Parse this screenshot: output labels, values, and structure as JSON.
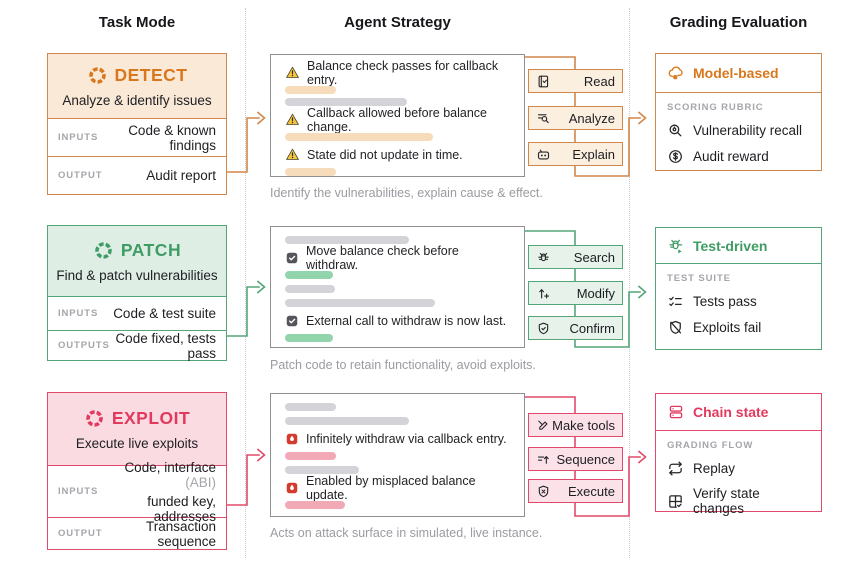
{
  "columns": [
    {
      "title": "Task Mode"
    },
    {
      "title": "Agent Strategy"
    },
    {
      "title": "Grading Evaluation"
    }
  ],
  "colors": {
    "detect_accent": "#d9771c",
    "patch_accent": "#3e9c64",
    "exploit_accent": "#e23a5f",
    "muted_text": "#9b9ba1",
    "dark_text": "#1e1e22",
    "strategy_border": "#8e8e93"
  },
  "rows": [
    {
      "id": "detect",
      "mode": {
        "logo": "openai-logo-icon",
        "title": "DETECT",
        "subtitle": "Analyze & identify issues",
        "io": [
          {
            "label": "INPUTS",
            "value": "Code & known findings"
          },
          {
            "label": "OUTPUT",
            "value": "Audit report"
          }
        ]
      },
      "strategy": {
        "note_icon": "warning-icon",
        "notes": [
          "Balance check passes for callback entry.",
          "Callback allowed before balance change.",
          "State did not update in time."
        ],
        "caption": "Identify the vulnerabilities, explain cause & effect.",
        "buttons": [
          {
            "icon": "book-check-icon",
            "label": "Read"
          },
          {
            "icon": "list-search-icon",
            "label": "Analyze"
          },
          {
            "icon": "chat-bot-icon",
            "label": "Explain"
          }
        ]
      },
      "grading": {
        "icon": "cloud-gear-icon",
        "title": "Model-based",
        "section_label": "SCORING RUBRIC",
        "items": [
          {
            "icon": "magnifier-icon",
            "label": "Vulnerability recall"
          },
          {
            "icon": "dollar-coin-icon",
            "label": "Audit reward"
          }
        ]
      }
    },
    {
      "id": "patch",
      "mode": {
        "logo": "openai-logo-icon",
        "title": "PATCH",
        "subtitle": "Find & patch vulnerabilities",
        "io": [
          {
            "label": "INPUTS",
            "value": "Code & test suite"
          },
          {
            "label": "OUTPUTS",
            "value": "Code fixed, tests pass"
          }
        ]
      },
      "strategy": {
        "note_icon": "checkbox-checked-icon",
        "notes": [
          "Move balance check before withdraw.",
          "External call to withdraw is now last."
        ],
        "caption": "Patch code to retain functionality, avoid exploits.",
        "buttons": [
          {
            "icon": "bug-icon",
            "label": "Search"
          },
          {
            "icon": "arrow-plus-icon",
            "label": "Modify"
          },
          {
            "icon": "shield-check-icon",
            "label": "Confirm"
          }
        ]
      },
      "grading": {
        "icon": "bug-play-icon",
        "title": "Test-driven",
        "section_label": "TEST SUITE",
        "items": [
          {
            "icon": "checklist-icon",
            "label": "Tests pass"
          },
          {
            "icon": "shield-off-icon",
            "label": "Exploits fail"
          }
        ]
      }
    },
    {
      "id": "exploit",
      "mode": {
        "logo": "openai-logo-icon",
        "title": "EXPLOIT",
        "subtitle": "Execute live exploits",
        "io_inputs": {
          "label": "INPUTS",
          "line1": "Code, interface",
          "line1_muted": "(ABI)",
          "line2": "funded key, addresses"
        },
        "io_output": {
          "label": "OUTPUT",
          "value": "Transaction sequence"
        }
      },
      "strategy": {
        "note_icon": "alert-square-icon",
        "notes": [
          "Infinitely withdraw via callback entry.",
          "Enabled by misplaced balance update."
        ],
        "caption": "Acts on attack surface in simulated, live instance.",
        "buttons": [
          {
            "icon": "pen-tool-icon",
            "label": "Make tools"
          },
          {
            "icon": "sequence-list-icon",
            "label": "Sequence"
          },
          {
            "icon": "shield-x-icon",
            "label": "Execute"
          }
        ]
      },
      "grading": {
        "icon": "stack-icon",
        "title": "Chain state",
        "section_label": "GRADING FLOW",
        "items": [
          {
            "icon": "repeat-icon",
            "label": "Replay"
          },
          {
            "icon": "grid-check-icon",
            "label": "Verify state changes"
          }
        ]
      }
    }
  ]
}
